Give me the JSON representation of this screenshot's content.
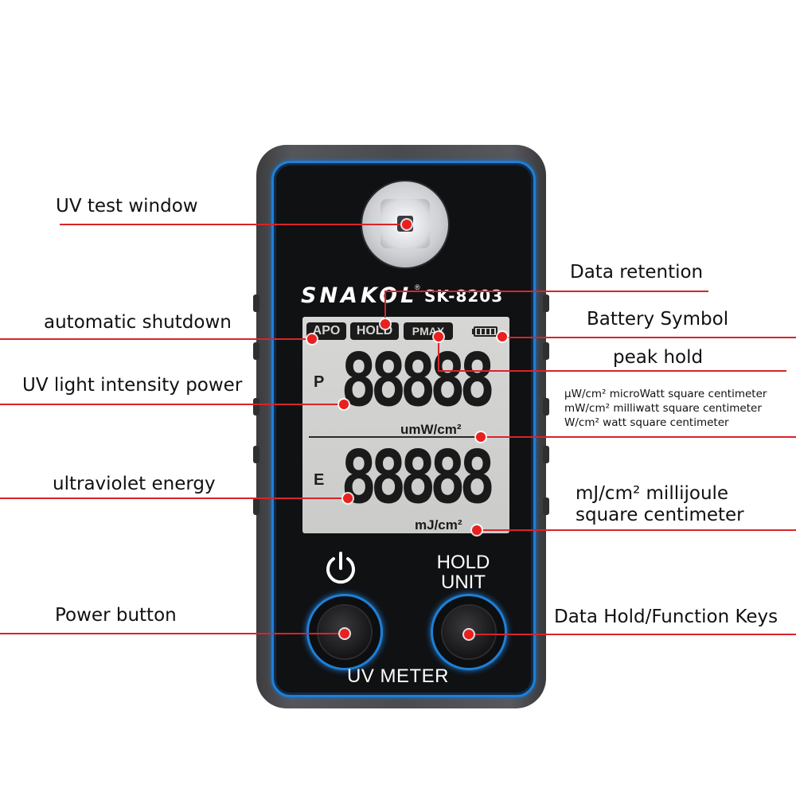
{
  "device": {
    "brand": "SNAKOL",
    "model": "SK-8203",
    "registered_mark": "®",
    "indicators": {
      "apo": "APO",
      "hold": "HOLD",
      "pmax": "PMAX"
    },
    "power_row_letter": "P",
    "energy_row_letter": "E",
    "power_digits": "88888",
    "energy_digits": "88888",
    "power_unit": "umW/cm²",
    "energy_unit": "mJ/cm²",
    "hold_unit_line1": "HOLD",
    "hold_unit_line2": "UNIT",
    "footer": "UV METER"
  },
  "callouts": {
    "uv_test_window": "UV test window",
    "data_retention": "Data retention",
    "automatic_shutdown": "automatic shutdown",
    "battery_symbol": "Battery Symbol",
    "peak_hold": "peak hold",
    "uv_light_intensity_power": "UV light intensity power",
    "units_power": [
      "μW/cm² microWatt square centimeter",
      "mW/cm² milliwatt square centimeter",
      "W/cm² watt square centimeter"
    ],
    "ultraviolet_energy": "ultraviolet energy",
    "units_energy": [
      "mJ/cm² millijoule",
      "square centimeter"
    ],
    "power_button": "Power button",
    "data_hold_keys": "Data Hold/Function Keys"
  },
  "colors": {
    "leader": "#d8242a",
    "accent_blue": "#1f7fd6",
    "lcd": "#d0d1cf"
  }
}
